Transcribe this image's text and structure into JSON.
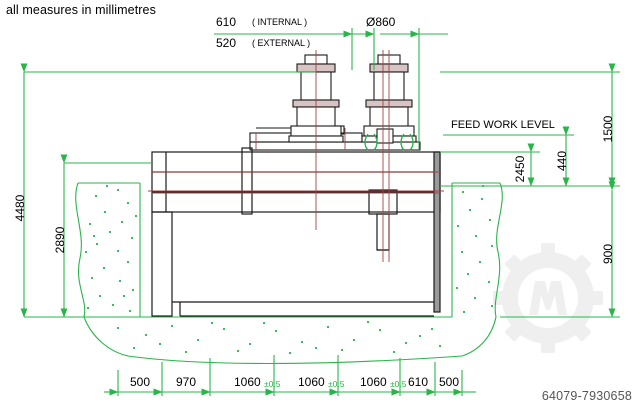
{
  "drawing": {
    "note": "all measures in millimetres",
    "id_code": "64079-7930658",
    "colors": {
      "dimension_green": "#2ab54a",
      "outline_black": "#1a1a1a",
      "centerline_red": "#a04444",
      "watermark_gray": "#efefef"
    }
  },
  "labels": {
    "feed_work_level": "FEED WORK LEVEL",
    "internal_value": "610",
    "internal_text": "( INTERNAL )",
    "external_value": "520",
    "external_text": "( EXTERNAL )",
    "diameter": "Ø860"
  },
  "dimensions": {
    "left": [
      {
        "value": "4480",
        "name": "overall-height"
      },
      {
        "value": "2890",
        "name": "pit-depth"
      }
    ],
    "right": [
      {
        "value": "1500",
        "name": "upper-height"
      },
      {
        "value": "900",
        "name": "work-level-height"
      },
      {
        "value": "440",
        "name": "offset-height"
      },
      {
        "value": "2450",
        "name": "lower-height"
      }
    ],
    "bottom": [
      {
        "value": "1060",
        "tol": "±0.5",
        "name": "bay-1"
      },
      {
        "value": "1060",
        "tol": "±0.5",
        "name": "bay-2"
      },
      {
        "value": "1060",
        "tol": "±0.5",
        "name": "bay-3"
      }
    ],
    "bottom_plain": [
      {
        "value": "500",
        "name": "bottom-500-left"
      },
      {
        "value": "970",
        "name": "bottom-970"
      },
      {
        "value": "610",
        "name": "bottom-610"
      },
      {
        "value": "500",
        "name": "bottom-500-right"
      }
    ]
  }
}
